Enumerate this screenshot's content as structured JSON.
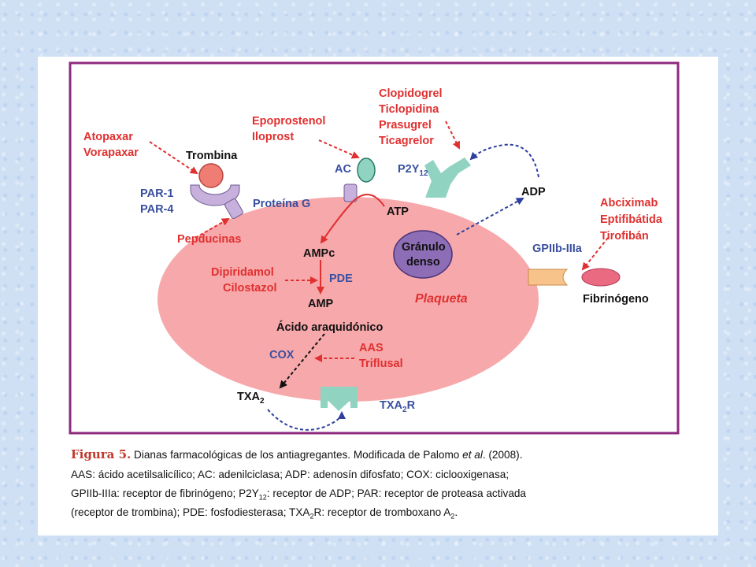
{
  "figure": {
    "labels": {
      "atopaxar": "Atopaxar",
      "vorapaxar": "Vorapaxar",
      "trombina": "Trombina",
      "par1": "PAR-1",
      "par4": "PAR-4",
      "proteina_g": "Proteína G",
      "pepducinas": "Pepducinas",
      "epoprostenol": "Epoprostenol",
      "iloprost": "Iloprost",
      "ac": "AC",
      "atp": "ATP",
      "ampc": "AMPc",
      "pde": "PDE",
      "amp": "AMP",
      "dipiridamol": "Dipiridamol",
      "cilostazol": "Cilostazol",
      "acido": "Ácido araquidónico",
      "cox": "COX",
      "aas": "AAS",
      "triflusal": "Triflusal",
      "txa2": "TXA",
      "txa2_sub": "2",
      "txa2r": "TXA",
      "txa2r_sub": "2",
      "txa2r_tail": "R",
      "clopidogrel": "Clopidogrel",
      "ticlopidina": "Ticlopidina",
      "prasugrel": "Prasugrel",
      "ticagrelor": "Ticagrelor",
      "p2y": "P2Y",
      "p2y_sub": "12",
      "adp": "ADP",
      "granulo1": "Gránulo",
      "granulo2": "denso",
      "plaqueta": "Plaqueta",
      "abciximab": "Abciximab",
      "eptifibatida": "Eptifibátida",
      "tirofiban": "Tirofibán",
      "gpiib": "GPIIb-IIIa",
      "fibrinogeno": "Fibrinógeno"
    },
    "colors": {
      "frame": "#8e2a7e",
      "drug_red": "#e03030",
      "receptor_blue": "#3a4fa0",
      "platelet_fill": "#f7a8ab",
      "granule_fill": "#8d6db5",
      "receptor_green": "#8fd3c0",
      "thrombin_fill": "#f07d74",
      "par_fill": "#c7b0dc",
      "gpiib_fill": "#f8c38b",
      "fibrinogen_fill": "#ea6a82",
      "adp_arrow": "#2e3f9e"
    }
  },
  "caption": {
    "figure_label": "Figura 5.",
    "line1_a": " Dianas farmacológicas de los antiagregantes. Modificada de Palomo ",
    "line1_et": "et al",
    "line1_b": ". (2008).",
    "line2": "AAS: ácido acetilsalicílico; AC: adenilciclasa; ADP: adenosín difosfato; COX: ciclooxigenasa;",
    "line3_a": "GPIIb-IIIa: receptor de fibrinógeno; P2Y",
    "line3_sub": "12",
    "line3_b": ": receptor de ADP; PAR: receptor de proteasa activada",
    "line4_a": "(receptor de trombina); PDE: fosfodiesterasa; TXA",
    "line4_sub": "2",
    "line4_b": "R: receptor de tromboxano A",
    "line4_sub2": "2",
    "line4_c": "."
  }
}
